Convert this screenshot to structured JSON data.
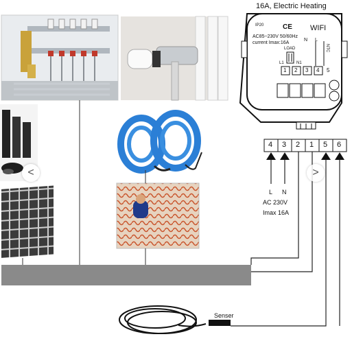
{
  "header": {
    "title": "16A, Electric Heating"
  },
  "thermostat": {
    "ip_badge": "IP20",
    "ce_mark": "CE",
    "wifi_label": "WIFI",
    "spec_line": "AC85~230V 50/60Hz",
    "current_line": "current  Imax:16A",
    "load_label": "LOAD",
    "l1_label": "L1",
    "n1_label": "N1",
    "n_label": "N",
    "l_label": "L",
    "ntc_label": "NTC",
    "top_terminals": [
      "1",
      "2",
      "3",
      "4",
      "5"
    ],
    "terminal_5_label": "5"
  },
  "terminal_block": [
    "4",
    "3",
    "2",
    "1",
    "5",
    "6"
  ],
  "power": {
    "l_label": "L",
    "n_label": "N",
    "voltage": "AC 230V",
    "current": "Imax 16A"
  },
  "sensor": {
    "label": "Senser"
  },
  "carousel": {
    "prev_icon": "<",
    "next_icon": ">"
  },
  "colors": {
    "bar": "#8a8a8a",
    "cable_blue": "#2b7fd6",
    "mat_orange": "#d96a3a",
    "film_dark": "#2a2a2a"
  }
}
